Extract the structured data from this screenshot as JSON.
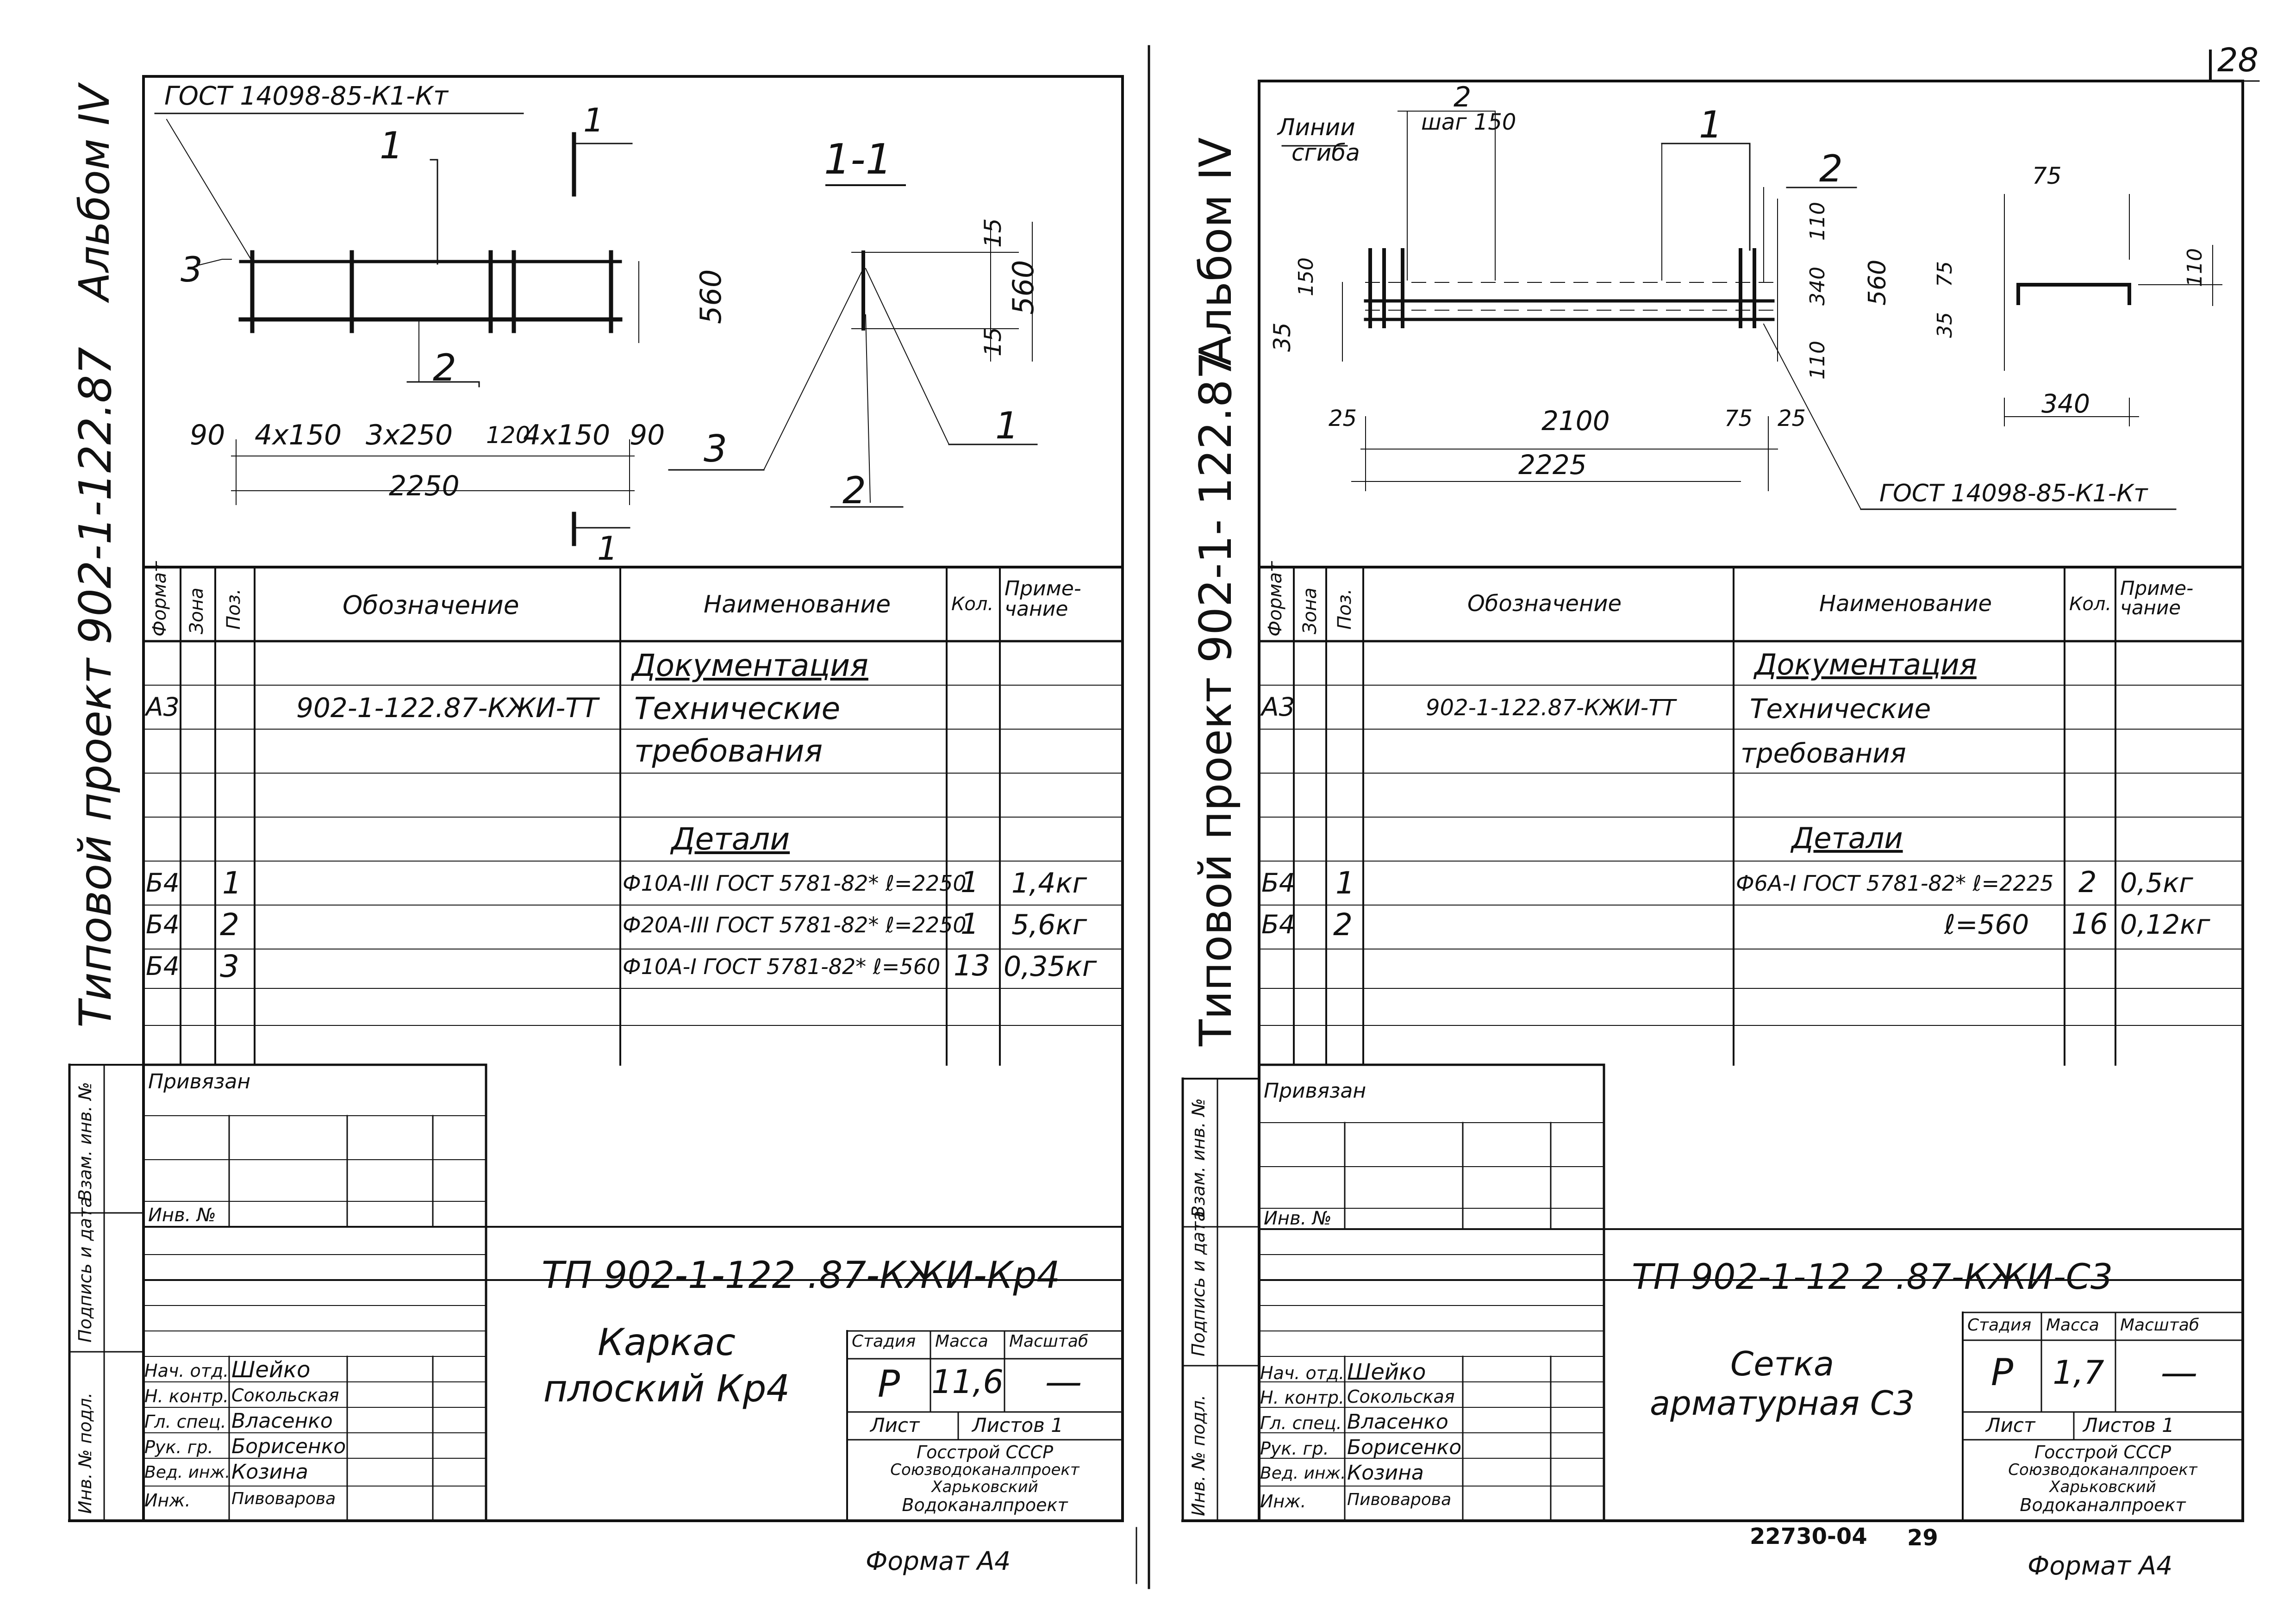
{
  "page_number": "28",
  "bottom_number": "22730-04",
  "bottom_page": "29",
  "left_sheet": {
    "margin_album": "Альбом IV",
    "margin_project": "Типовой проект 902-1-122.87",
    "drawing": {
      "gost_ref": "ГОСТ 14098-85-К1-Кт",
      "section_title": "1-1",
      "section_mark": "1",
      "pos1": "1",
      "pos2": "2",
      "pos3": "3",
      "dim_height": "560",
      "dim_15a": "15",
      "dim_15b": "15",
      "dim_560b": "560",
      "dims_row": [
        "90",
        "4x150",
        "3x250",
        "120",
        "4x150",
        "90"
      ],
      "dim_total": "2250"
    },
    "table": {
      "headers": [
        "Формат",
        "Зона",
        "Поз.",
        "Обозначение",
        "Наименование",
        "Кол.",
        "Приме-чание"
      ],
      "section_doc": "Документация",
      "doc_row": {
        "format": "А3",
        "designation": "902-1-122.87-КЖИ-ТТ",
        "name1": "Технические",
        "name2": "требования"
      },
      "section_parts": "Детали",
      "rows": [
        {
          "format": "Б4",
          "pos": "1",
          "name": "Ф10А-III ГОСТ 5781-82* ℓ=2250",
          "qty": "1",
          "note": "1,4кг"
        },
        {
          "format": "Б4",
          "pos": "2",
          "name": "Ф20А-III ГОСТ 5781-82* ℓ=2250",
          "qty": "1",
          "note": "5,6кг"
        },
        {
          "format": "Б4",
          "pos": "3",
          "name": "Ф10А-I ГОСТ 5781-82* ℓ=560",
          "qty": "13",
          "note": "0,35кг"
        }
      ]
    },
    "stamp": {
      "privyazan": "Привязан",
      "inv_no": "Инв. №",
      "side_labels": [
        "Взам. инв. №",
        "Подпись и дата",
        "Инв. № подл."
      ],
      "code": "ТП 902-1-122 .87-КЖИ-Кр4",
      "title_line1": "Каркас",
      "title_line2": "плоский Кр4",
      "stage_header": "Стадия",
      "mass_header": "Масса",
      "scale_header": "Масштаб",
      "stage": "Р",
      "mass": "11,6",
      "scale": "—",
      "sheet_label": "Лист",
      "sheets_label": "Листов 1",
      "org1": "Госстрой СССР",
      "org2": "Союзводоканалпроект",
      "org3": "Харьковский",
      "org4": "Водоканалпроект",
      "people": [
        {
          "role": "Нач. отд.",
          "name": "Шейко"
        },
        {
          "role": "Н. контр.",
          "name": "Сокольская"
        },
        {
          "role": "Гл. спец.",
          "name": "Власенко"
        },
        {
          "role": "Рук. гр.",
          "name": "Борисенко"
        },
        {
          "role": "Вед. инж.",
          "name": "Козина"
        },
        {
          "role": "Инж.",
          "name": "Пивоварова"
        }
      ]
    },
    "format": "Формат А4"
  },
  "right_sheet": {
    "margin_album": "Альбом IV",
    "margin_project": "Типовой проект 902-1- 122.87",
    "drawing": {
      "bend_label1": "Линии",
      "bend_label2": "сгиба",
      "pos2_label": "2",
      "step_label": "шаг 150",
      "pos1": "1",
      "pos2": "2",
      "dim_150": "150",
      "dim_35": "35",
      "dim_110a": "110",
      "dim_340": "340",
      "dim_560": "560",
      "dim_110b": "110",
      "dim_25a": "25",
      "dim_2100": "2100",
      "dim_75": "75",
      "dim_25b": "25",
      "dim_2225": "2225",
      "gost_ref": "ГОСТ 14098-85-К1-Кт",
      "sec_75": "75",
      "sec_75b": "75",
      "sec_35": "35",
      "sec_110": "110",
      "sec_340": "340"
    },
    "table": {
      "headers": [
        "Формат",
        "Зона",
        "Поз.",
        "Обозначение",
        "Наименование",
        "Кол.",
        "Приме-чание"
      ],
      "section_doc": "Документация",
      "doc_row": {
        "format": "А3",
        "designation": "902-1-122.87-КЖИ-ТТ",
        "name1": "Технические",
        "name2": "требования"
      },
      "section_parts": "Детали",
      "rows": [
        {
          "format": "Б4",
          "pos": "1",
          "name": "Ф6А-I ГОСТ 5781-82* ℓ=2225",
          "qty": "2",
          "note": "0,5кг"
        },
        {
          "format": "Б4",
          "pos": "2",
          "name": "ℓ=560",
          "qty": "16",
          "note": "0,12кг"
        }
      ]
    },
    "stamp": {
      "privyazan": "Привязан",
      "inv_no": "Инв. №",
      "side_labels": [
        "Взам. инв. №",
        "Подпись и дата",
        "Инв. № подл."
      ],
      "code": "ТП 902-1-12 2 .87-КЖИ-С3",
      "title_line1": "Сетка",
      "title_line2": "арматурная С3",
      "stage_header": "Стадия",
      "mass_header": "Масса",
      "scale_header": "Масштаб",
      "stage": "Р",
      "mass": "1,7",
      "scale": "—",
      "sheet_label": "Лист",
      "sheets_label": "Листов 1",
      "org1": "Госстрой СССР",
      "org2": "Союзводоканалпроект",
      "org3": "Харьковский",
      "org4": "Водоканалпроект",
      "people": [
        {
          "role": "Нач. отд.",
          "name": "Шейко"
        },
        {
          "role": "Н. контр.",
          "name": "Сокольская"
        },
        {
          "role": "Гл. спец.",
          "name": "Власенко"
        },
        {
          "role": "Рук. гр.",
          "name": "Борисенко"
        },
        {
          "role": "Вед. инж.",
          "name": "Козина"
        },
        {
          "role": "Инж.",
          "name": "Пивоварова"
        }
      ]
    },
    "format": "Формат А4"
  }
}
